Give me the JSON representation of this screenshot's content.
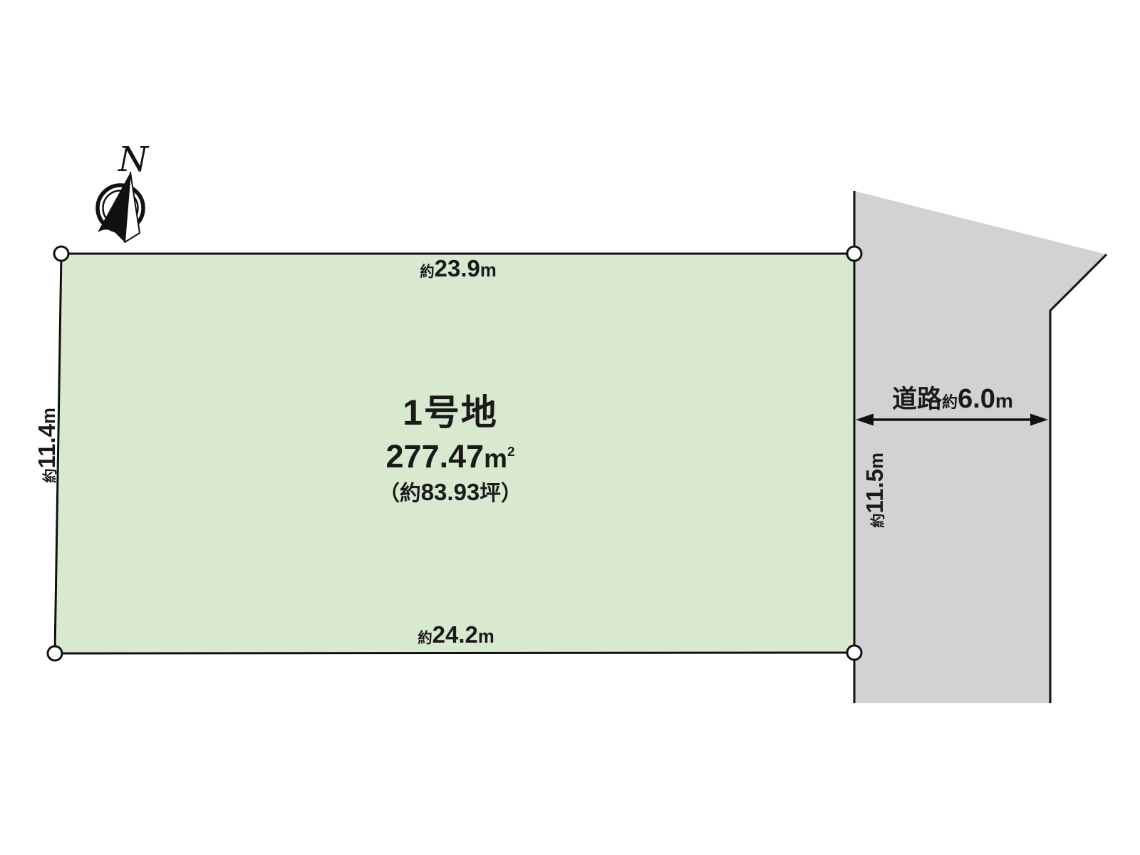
{
  "compass": {
    "label": "N"
  },
  "plot": {
    "name": "1号地",
    "area_value": "277.47",
    "area_unit_base": "m",
    "area_unit_exp": "2",
    "tsubo_open": "（約",
    "tsubo_value": "83.93",
    "tsubo_close": "坪）",
    "dimensions": {
      "top": {
        "prefix": "約",
        "value": "23.9",
        "unit": "m"
      },
      "bottom": {
        "prefix": "約",
        "value": "24.2",
        "unit": "m"
      },
      "left": {
        "prefix": "約",
        "value": "11.4",
        "unit": "m"
      }
    }
  },
  "road": {
    "name": "道路",
    "width": {
      "prefix": "約",
      "value": "6.0",
      "unit": "m"
    },
    "depth": {
      "prefix": "約",
      "value": "11.5",
      "unit": "m"
    }
  },
  "colors": {
    "plot_fill": "#d8e9d0",
    "road_fill": "#d2d2d4",
    "line": "#111111"
  }
}
